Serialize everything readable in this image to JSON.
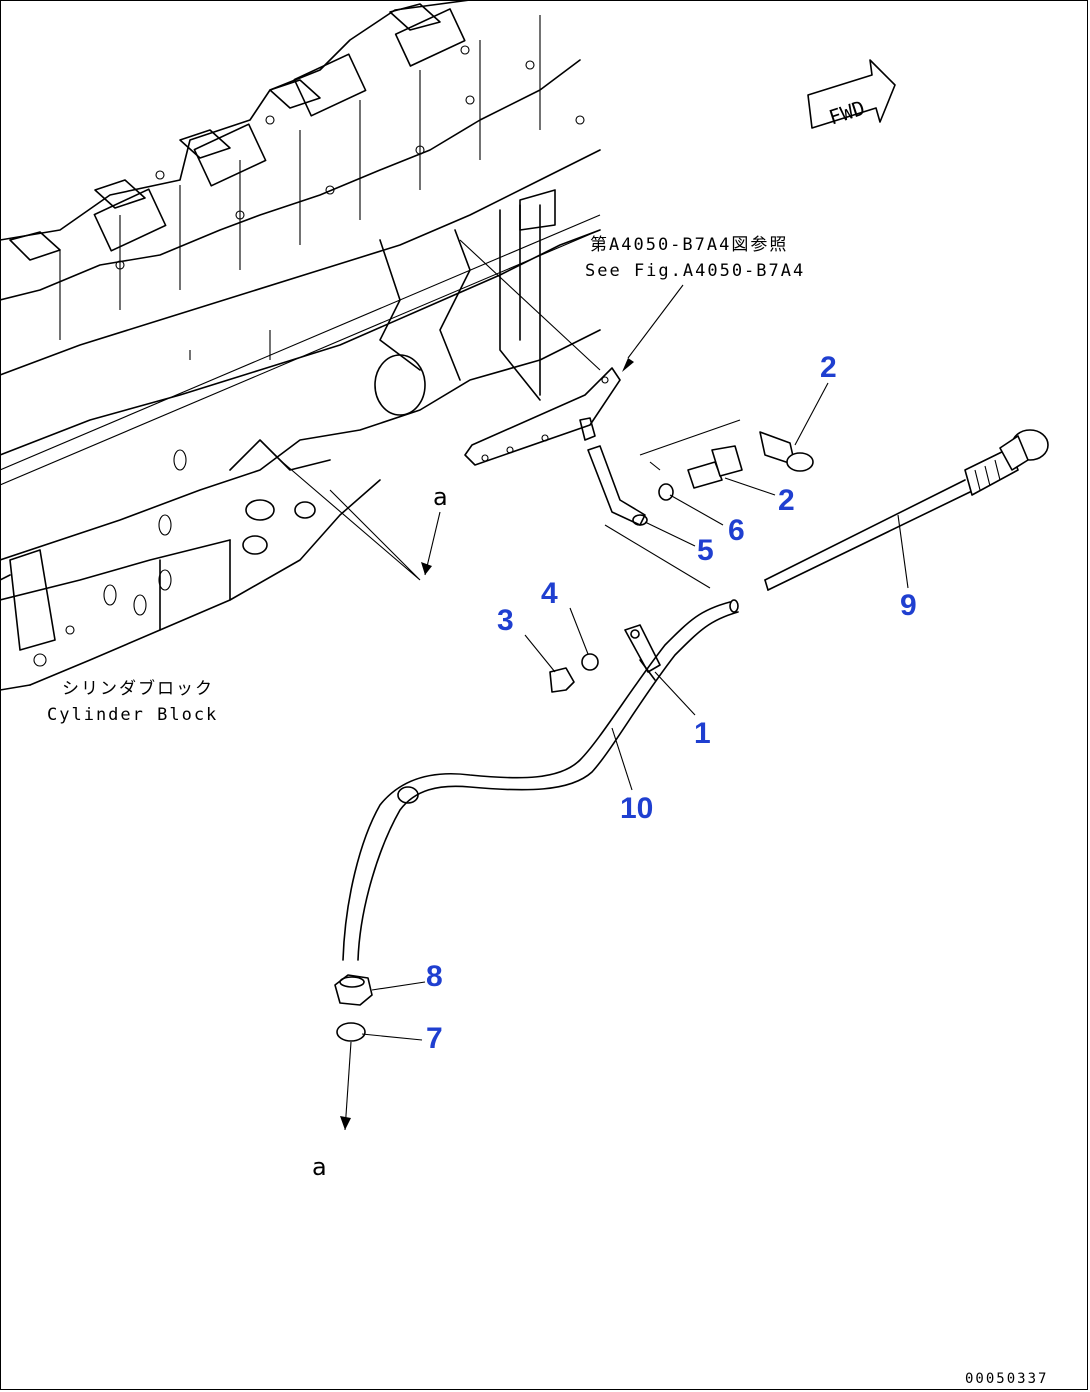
{
  "reference": {
    "jp": "第A4050-B7A4図参照",
    "en": "See Fig.A4050-B7A4"
  },
  "cylinder_block": {
    "jp": "シリンダブロック",
    "en": "Cylinder Block"
  },
  "forward_marker": "FWD",
  "connector_letter": "a",
  "callouts": {
    "c1": "1",
    "c2a": "2",
    "c2b": "2",
    "c3": "3",
    "c4": "4",
    "c5": "5",
    "c6": "6",
    "c7": "7",
    "c8": "8",
    "c9": "9",
    "c10": "10"
  },
  "document_id": "00050337"
}
